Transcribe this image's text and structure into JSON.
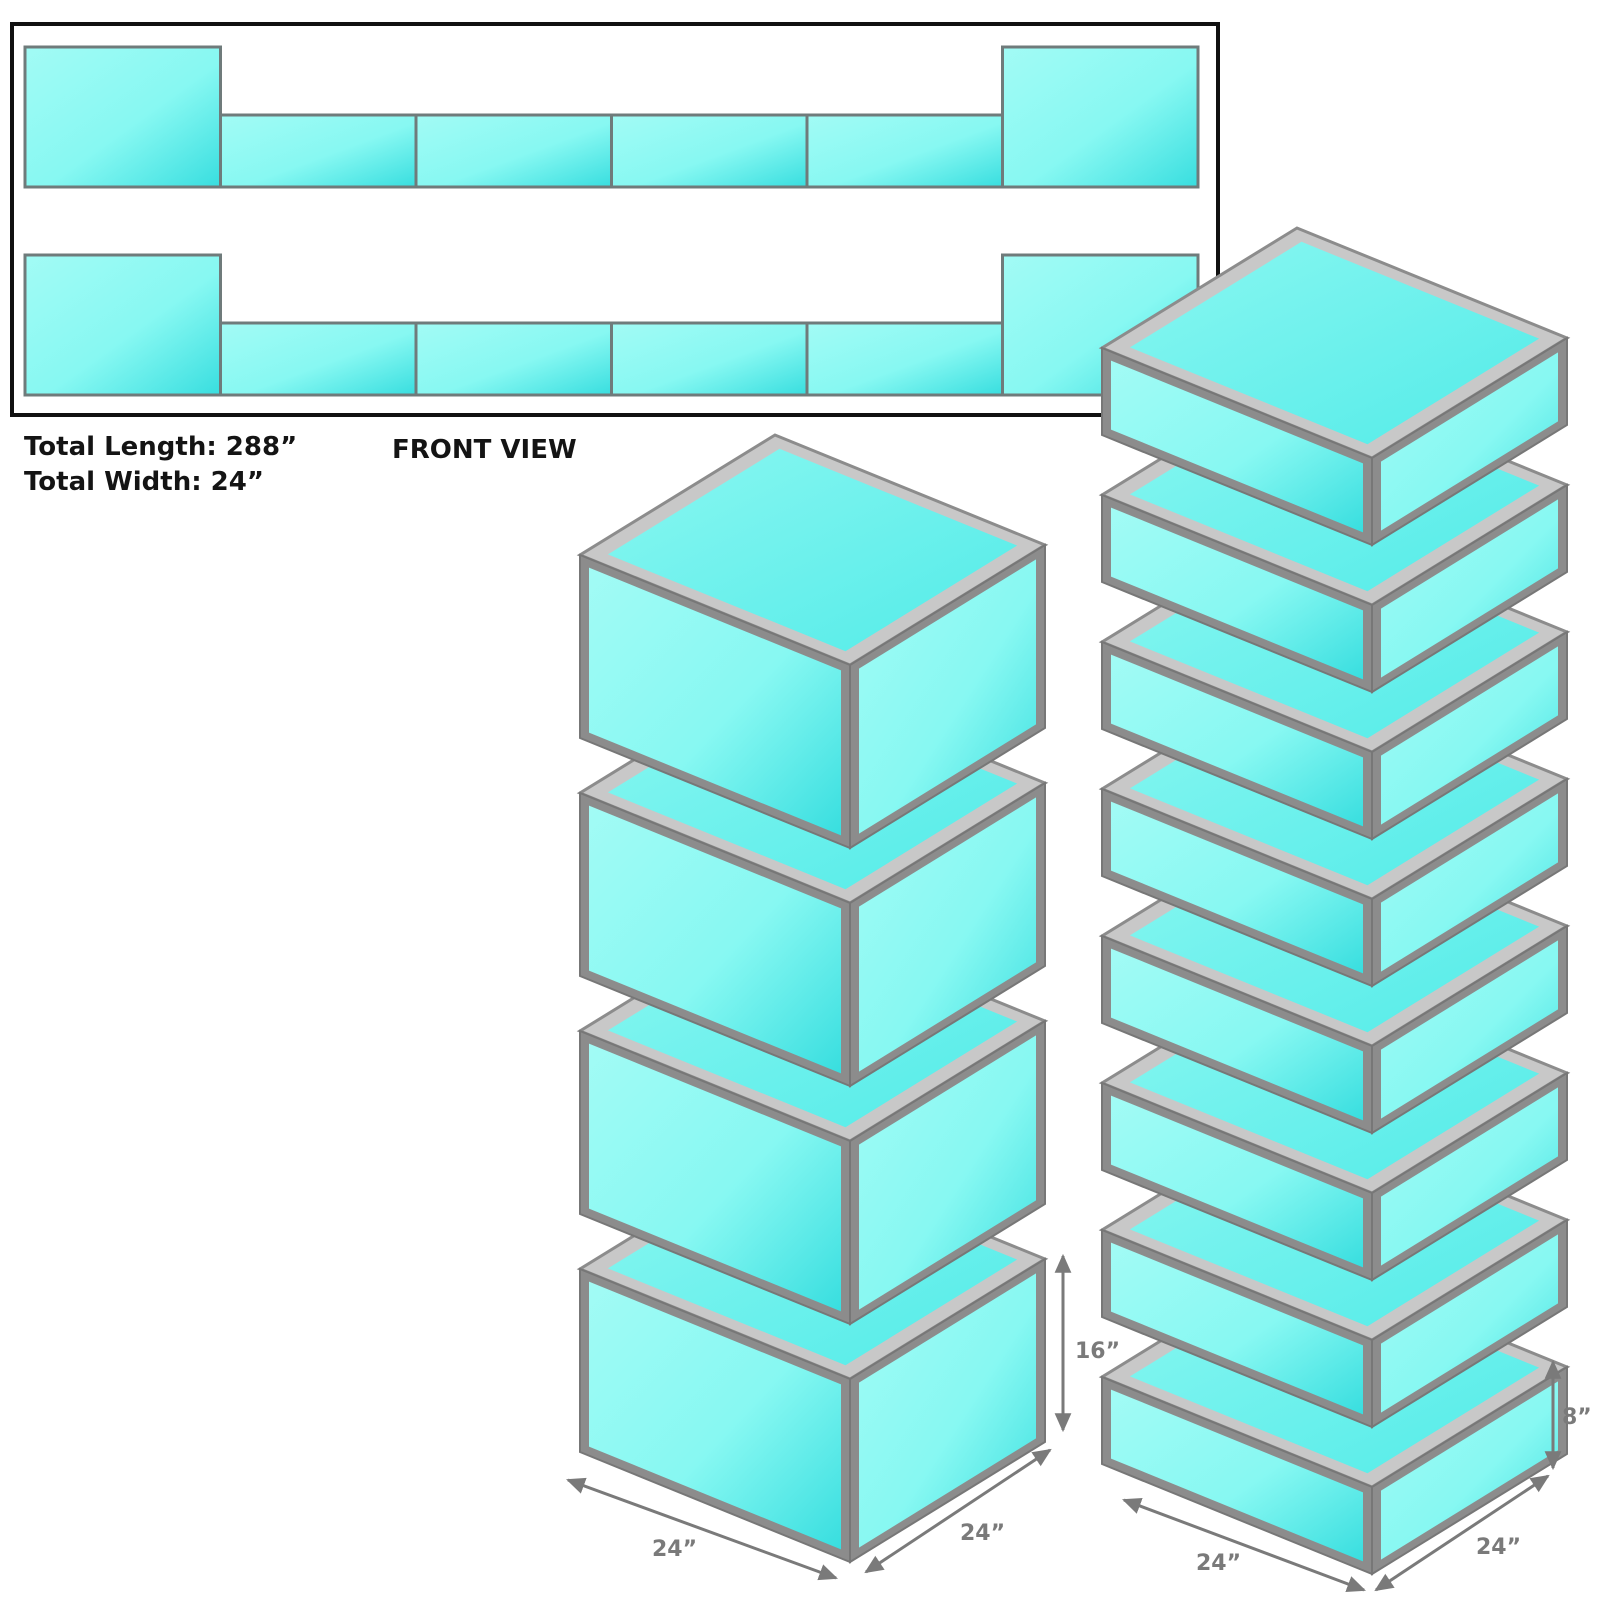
{
  "title": "FRONT VIEW",
  "total_length": "Total Length: 288”",
  "total_width": "Total Width: 24”",
  "tall_stack": {
    "count": 4,
    "height": "16”",
    "width": "24”",
    "depth": "24”"
  },
  "short_stack": {
    "count": 8,
    "height": "8”",
    "width": "24”",
    "depth": "24”"
  },
  "colors": {
    "panel_light": "#9ffcf6",
    "panel_mid": "#7ff5f0",
    "panel_dark": "#3fe1e1",
    "frame": "#8c8c8c",
    "frame_light": "#c8c8c8",
    "dimension": "#7a7a7a",
    "text": "#141414"
  }
}
